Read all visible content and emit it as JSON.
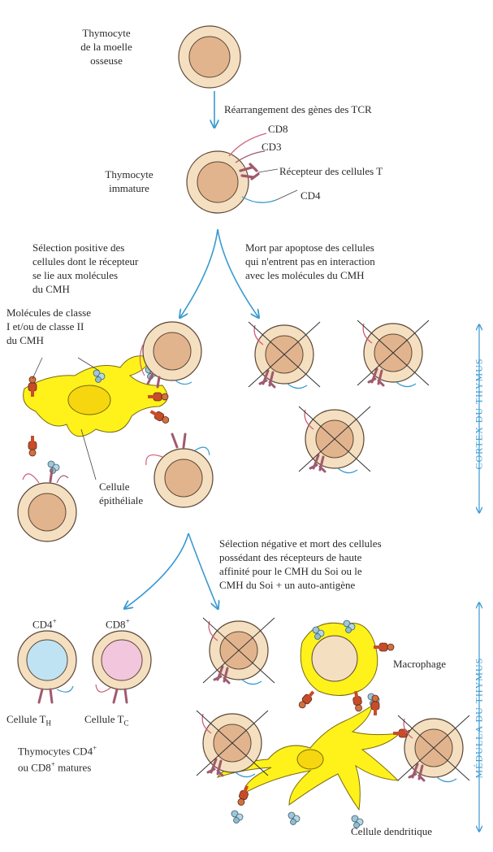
{
  "labels": {
    "bone_marrow_thymocyte": "Thymocyte\nde la moelle\nosseuse",
    "tcr_rearrangement": "Réarrangement des gènes des TCR",
    "cd8": "CD8",
    "cd3": "CD3",
    "t_cell_receptor": "Récepteur des cellules T",
    "cd4": "CD4",
    "immature_thymocyte": "Thymocyte\nimmature",
    "positive_selection": "Sélection positive des\ncellules dont le récepteur\nse lie aux molécules\ndu CMH",
    "apoptosis_death": "Mort par apoptose des cellules\nqui n'entrent pas en interaction\navec les molécules du CMH",
    "mhc_molecules": "Molécules de classe\nI et/ou de classe II\ndu CMH",
    "epithelial_cell": "Cellule\népithéliale",
    "negative_selection": "Sélection négative et mort des cellules\npossédant des récepteurs de haute\naffinité pour le CMH du Soi ou le\nCMH du Soi + un auto-antigène",
    "cd4_plus": "CD4",
    "cd8_plus": "CD8",
    "th_cell": "Cellule T",
    "th_sub": "H",
    "tc_cell": "Cellule T",
    "tc_sub": "C",
    "mature_thymocytes_line1": "Thymocytes CD4",
    "mature_thymocytes_line2": "ou CD8",
    "mature_thymocytes_line3": " matures",
    "plus": "+",
    "macrophage": "Macrophage",
    "dendritic_cell": "Cellule dendritique",
    "cortex": "CORTEX DU THYMUS",
    "medulla": "MÉDULLA DU THYMUS"
  },
  "colors": {
    "cell_outer": "#f4dfc0",
    "cell_nucleus": "#e2b48e",
    "cell_outline": "#5b4636",
    "yellow": "#fff21a",
    "yellow_outline": "#7a6a10",
    "arrow": "#3a9ad0",
    "receptor": "#a05a6e",
    "cd8_line": "#d0607a",
    "cd4_line": "#3a9ad0",
    "th_nucleus": "#bfe3f2",
    "tc_nucleus": "#f2c6dc"
  }
}
